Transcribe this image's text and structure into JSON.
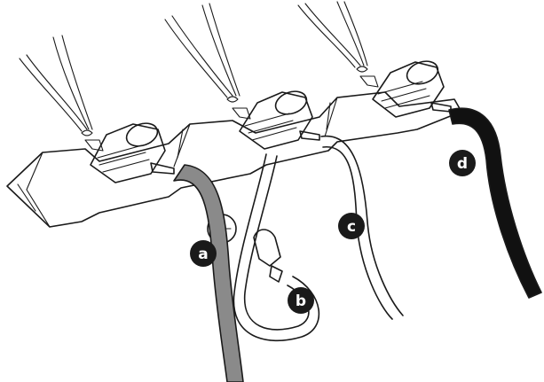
{
  "callouts": {
    "a": "a",
    "b": "b",
    "c": "c",
    "d": "d"
  },
  "colors": {
    "ink": "#1a1a1a",
    "tube_a_fill": "#8a8a8a",
    "tube_b_fill": "#f2f2f2",
    "tube_c_fill": "#f2f2f2",
    "tube_d_fill": "#111111",
    "bracket_fill": "#ffffff"
  }
}
